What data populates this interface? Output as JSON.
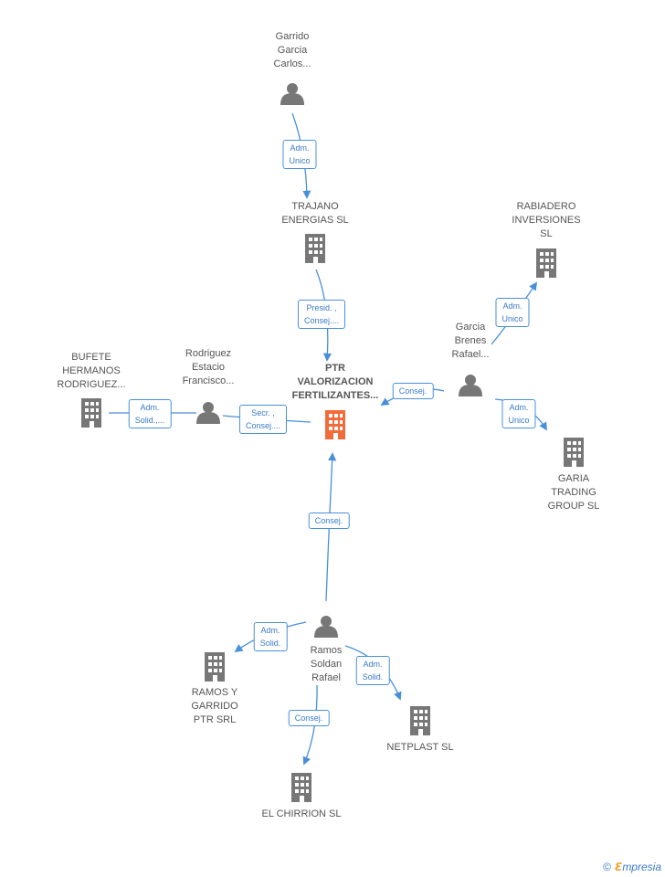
{
  "nodes": [
    {
      "id": "garrido",
      "type": "person",
      "label": "Garrido\nGarcia\nCarlos...",
      "color": "#777777"
    },
    {
      "id": "trajano",
      "type": "company",
      "label": "TRAJANO\nENERGIAS SL",
      "color": "#777777"
    },
    {
      "id": "rabiadero",
      "type": "company",
      "label": "RABIADERO\nINVERSIONES\nSL",
      "color": "#777777"
    },
    {
      "id": "garcia",
      "type": "person",
      "label": "Garcia\nBrenes\nRafael...",
      "color": "#777777"
    },
    {
      "id": "ptr",
      "type": "company",
      "label": "PTR\nVALORIZACION\nFERTILIZANTES...",
      "color": "#f26b3a",
      "center": true
    },
    {
      "id": "bufete",
      "type": "company",
      "label": "BUFETE\nHERMANOS\nRODRIGUEZ...",
      "color": "#777777"
    },
    {
      "id": "rodriguez",
      "type": "person",
      "label": "Rodriguez\nEstacio\nFrancisco...",
      "color": "#777777"
    },
    {
      "id": "garia",
      "type": "company",
      "label": "GARIA\nTRADING\nGROUP SL",
      "color": "#777777"
    },
    {
      "id": "ramos",
      "type": "person",
      "label": "Ramos\nSoldan\nRafael",
      "color": "#777777"
    },
    {
      "id": "ramosgarrido",
      "type": "company",
      "label": "RAMOS Y\nGARRIDO\nPTR SRL",
      "color": "#777777"
    },
    {
      "id": "netplast",
      "type": "company",
      "label": "NETPLAST SL",
      "color": "#777777"
    },
    {
      "id": "chirrion",
      "type": "company",
      "label": "EL CHIRRION SL",
      "color": "#777777"
    }
  ],
  "edges": [
    {
      "id": "e1",
      "label": "Adm.\nUnico"
    },
    {
      "id": "e2",
      "label": "Presid. ,\nConsej...."
    },
    {
      "id": "e3",
      "label": "Adm.\nUnico"
    },
    {
      "id": "e4",
      "label": "Consej."
    },
    {
      "id": "e5",
      "label": "Adm.\nUnico"
    },
    {
      "id": "e6",
      "label": "Adm.\nSolid.,..."
    },
    {
      "id": "e7",
      "label": "Secr. ,\nConsej...."
    },
    {
      "id": "e8",
      "label": "Consej."
    },
    {
      "id": "e9",
      "label": "Adm.\nSolid."
    },
    {
      "id": "e10",
      "label": "Adm.\nSolid."
    },
    {
      "id": "e11",
      "label": "Consej."
    }
  ],
  "footer": {
    "copyright": "©",
    "brand_first": "ℇ",
    "brand_rest": "mpresia"
  },
  "colors": {
    "edge": "#4a90d9",
    "node": "#777777",
    "highlight": "#f26b3a"
  }
}
